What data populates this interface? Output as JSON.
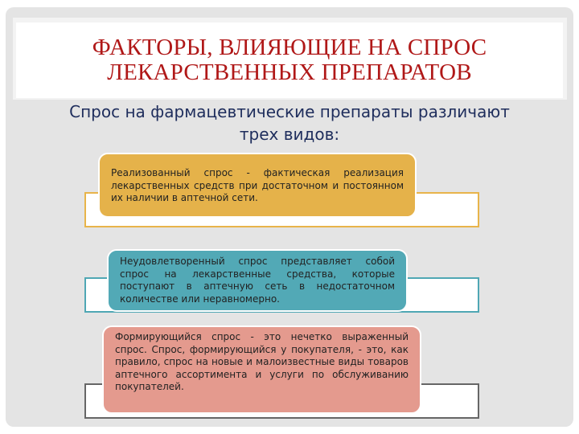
{
  "title": "ФАКТОРЫ, ВЛИЯЮЩИЕ НА СПРОС ЛЕКАРСТВЕННЫХ ПРЕПАРАТОВ",
  "subtitle": "Спрос на фармацевтические препараты различают трех видов:",
  "items": [
    {
      "text": "Реализованный спрос - фактическая реализация лекарственных средств при достаточном и постоянном их наличии в аптечной сети.",
      "color": "#e5b24a"
    },
    {
      "text": "Неудовлетворенный спрос представляет собой спрос на лекарственные средства, которые поступают в аптечную сеть в недостаточном количестве или неравномерно.",
      "color": "#52a9b6"
    },
    {
      "text": "Формирующийся спрос - это нечетко выраженный спрос. Спрос, формирующийся у покупателя, - это, как правило, спрос на новые и малоизвестные виды товаров аптечного ассортимента и услуги по обслуживанию покупателей.",
      "color": "#e49a8e"
    }
  ]
}
